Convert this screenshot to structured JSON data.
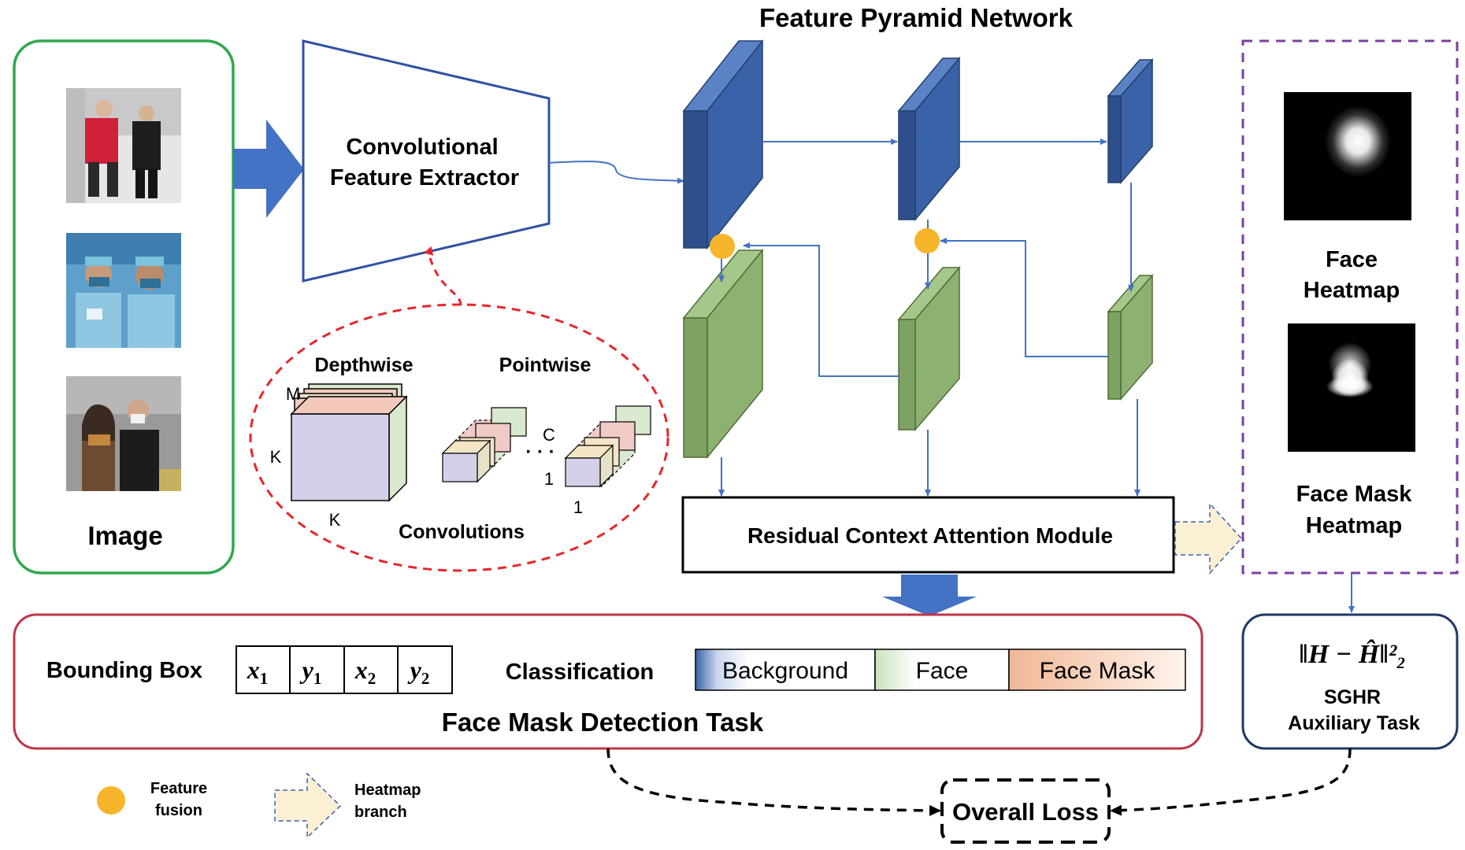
{
  "title": "Feature Pyramid Network",
  "image_panel": {
    "label": "Image",
    "photos": [
      "pedestrians-photo",
      "surgeons-photo",
      "street-couple-photo"
    ]
  },
  "extractor": {
    "line1": "Convolutional",
    "line2": "Feature Extractor"
  },
  "conv_detail": {
    "depthwise": "Depthwise",
    "pointwise": "Pointwise",
    "convolutions": "Convolutions",
    "dim_m": "M",
    "dim_k_side": "K",
    "dim_k_bottom": "K",
    "dim_c": "C",
    "dim_1a": "1",
    "dim_1b": "1"
  },
  "rcam": {
    "label": "Residual Context Attention Module"
  },
  "heatmaps": {
    "face_line1": "Face",
    "face_line2": "Heatmap",
    "mask_line1": "Face Mask",
    "mask_line2": "Heatmap"
  },
  "detection": {
    "bbox_label": "Bounding Box",
    "coords": [
      "x1",
      "y1",
      "x2",
      "y2"
    ],
    "coord_main": [
      "x",
      "y",
      "x",
      "y"
    ],
    "coord_sub": [
      "1",
      "1",
      "2",
      "2"
    ],
    "classification_label": "Classification",
    "classes": [
      "Background",
      "Face",
      "Face Mask"
    ],
    "task_label": "Face Mask Detection Task"
  },
  "sghr": {
    "formula": "‖H − Ĥ‖²₂",
    "line1": "SGHR",
    "line2": "Auxiliary Task"
  },
  "overall_loss": "Overall Loss",
  "legend": {
    "fusion_line1": "Feature",
    "fusion_line2": "fusion",
    "heatmap_line1": "Heatmap",
    "heatmap_line2": "branch"
  },
  "colors": {
    "image_border": "#2EA84F",
    "extractor_border": "#2F52A0",
    "fpn_blue": "#3A62A8",
    "fpn_green": "#8DB171",
    "fusion_dot": "#F7B52C",
    "arrow_blue": "#4472C4",
    "dashed_red": "#E8262A",
    "heatmap_border": "#7B3FA0",
    "task_border": "#C0344A",
    "sghr_border": "#1F3864",
    "heatmap_branch_fill": "#FCF0D4"
  }
}
